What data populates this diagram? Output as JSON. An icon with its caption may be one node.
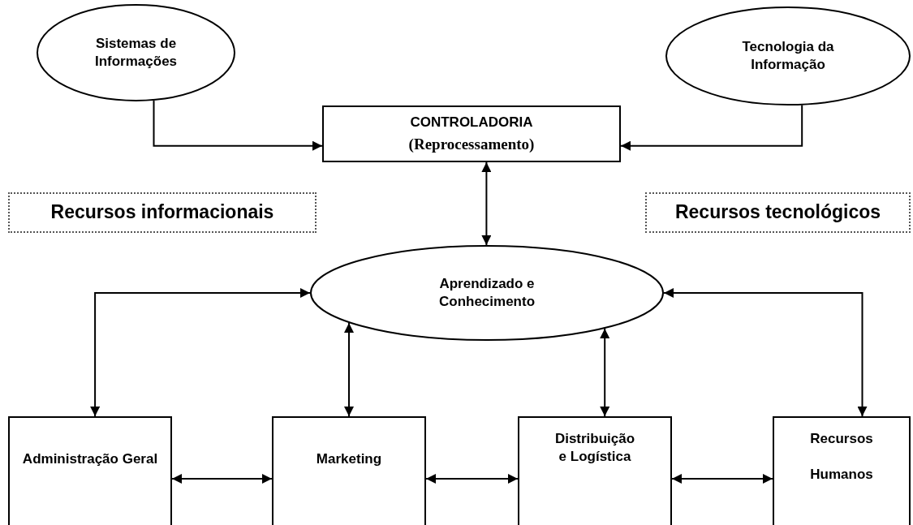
{
  "diagram": {
    "nodes": [
      {
        "text": [
          "Sistemas de Informações"
        ]
      },
      {
        "text": [
          "Tecnologia da Informação"
        ]
      },
      {
        "text": [
          "CONTROLADORIA",
          "(Reprocessamento)"
        ]
      },
      {
        "text": [
          "Recursos informacionais"
        ]
      },
      {
        "text": [
          "Recursos tecnológicos"
        ]
      },
      {
        "text": [
          "Aprendizado e Conhecimento"
        ]
      },
      {
        "text": [
          "Administração Geral"
        ]
      },
      {
        "text": [
          "Marketing"
        ]
      },
      {
        "text": [
          "Distribuição e Logística"
        ]
      },
      {
        "text": [
          "Recursos",
          "Humanos"
        ]
      }
    ],
    "edges": [
      {
        "from": 0,
        "to": 2,
        "arrow": "to"
      },
      {
        "from": 1,
        "to": 2,
        "arrow": "to"
      },
      {
        "from": 2,
        "to": 5,
        "arrow": "both"
      },
      {
        "from": 5,
        "to": 6,
        "arrow": "both"
      },
      {
        "from": 5,
        "to": 7,
        "arrow": "both"
      },
      {
        "from": 5,
        "to": 8,
        "arrow": "both"
      },
      {
        "from": 5,
        "to": 9,
        "arrow": "both"
      },
      {
        "from": 6,
        "to": 7,
        "arrow": "both"
      },
      {
        "from": 7,
        "to": 8,
        "arrow": "both"
      },
      {
        "from": 8,
        "to": 9,
        "arrow": "both"
      }
    ]
  }
}
